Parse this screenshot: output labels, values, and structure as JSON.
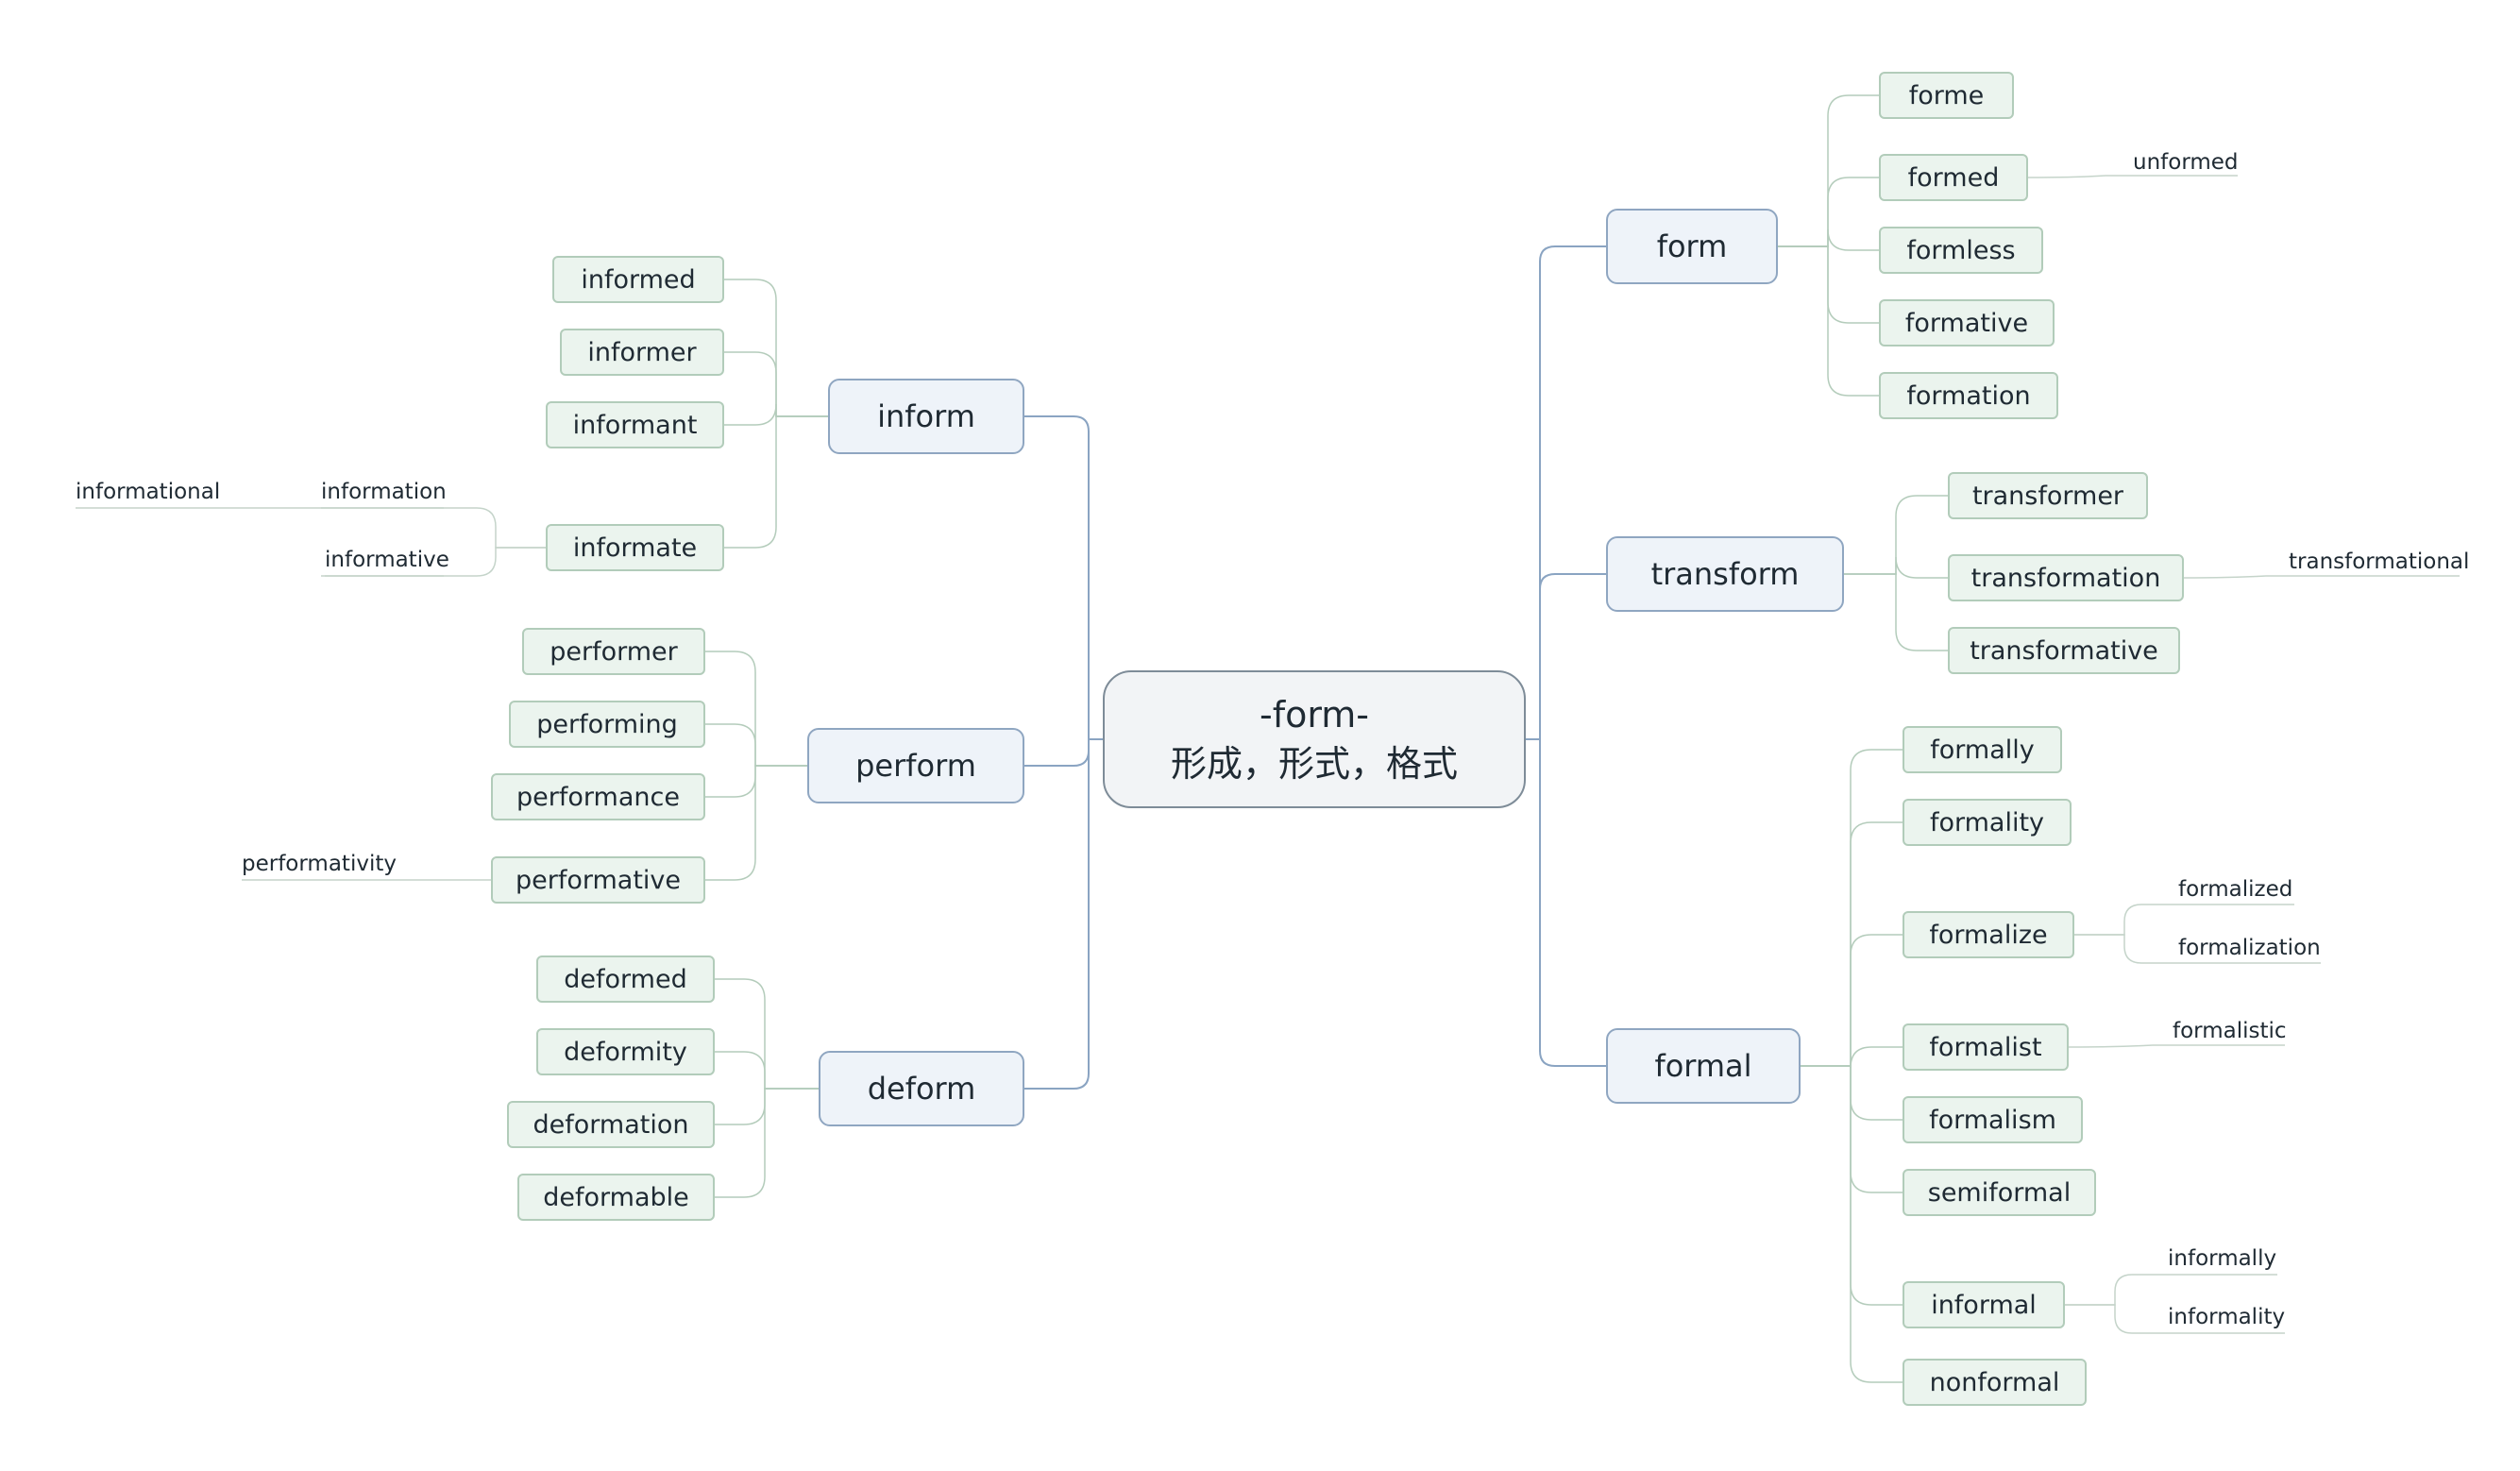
{
  "root": {
    "line1": "-form-",
    "line2": "形成，形式，格式"
  },
  "branches": {
    "inform": {
      "label": "inform",
      "children": [
        "informed",
        "informer",
        "informant",
        "informate"
      ],
      "informate_children": [
        "information",
        "informative"
      ],
      "information_child": "informational"
    },
    "perform": {
      "label": "perform",
      "children": [
        "performer",
        "performing",
        "performance",
        "performative"
      ],
      "performative_child": "performativity"
    },
    "deform": {
      "label": "deform",
      "children": [
        "deformed",
        "deformity",
        "deformation",
        "deformable"
      ]
    },
    "form": {
      "label": "form",
      "children": [
        "forme",
        "formed",
        "formless",
        "formative",
        "formation"
      ],
      "formed_child": "unformed"
    },
    "transform": {
      "label": "transform",
      "children": [
        "transformer",
        "transformation",
        "transformative"
      ],
      "transformation_child": "transformational"
    },
    "formal": {
      "label": "formal",
      "children": [
        "formally",
        "formality",
        "formalize",
        "formalist",
        "formalism",
        "semiformal",
        "informal",
        "nonformal"
      ],
      "formalize_children": [
        "formalized",
        "formalization"
      ],
      "formalist_child": "formalistic",
      "informal_children": [
        "informally",
        "informality"
      ]
    }
  },
  "colors": {
    "main_line": "#8aa4c2",
    "sub_line": "#b4ccbb",
    "leaf_line": "#c5d4ca"
  }
}
